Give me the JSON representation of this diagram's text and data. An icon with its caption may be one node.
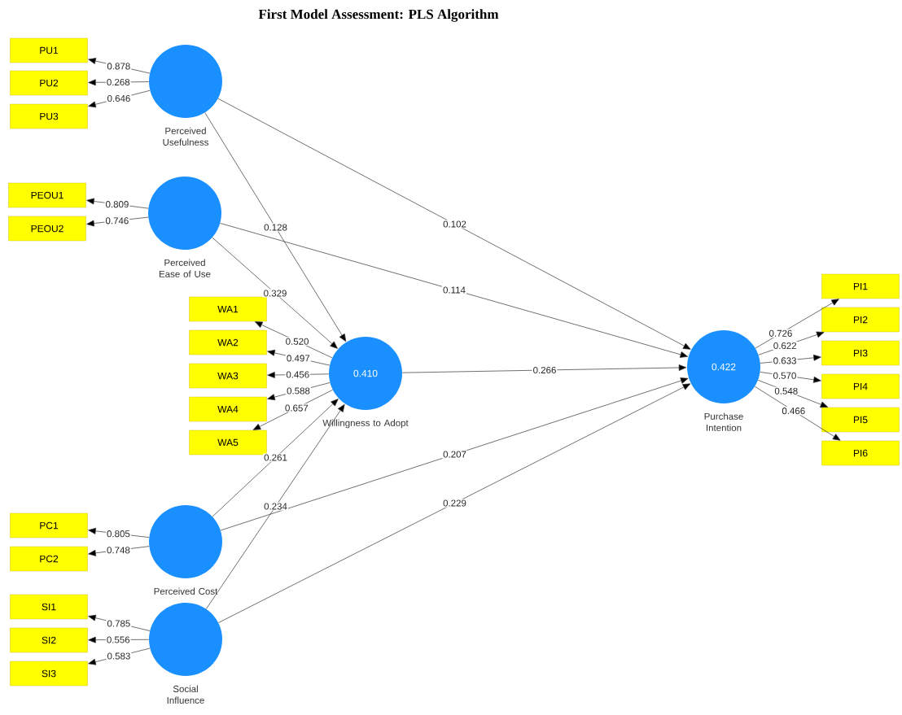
{
  "diagram": {
    "title": "First Model Assessment: PLS Algorithm",
    "nodes": [
      {
        "text": [
          "Perceived Usefulness"
        ]
      },
      {
        "text": [
          "PU1"
        ]
      },
      {
        "text": [
          "PU2"
        ]
      },
      {
        "text": [
          "PU3"
        ]
      },
      {
        "text": [
          "Perceived Ease of Use"
        ]
      },
      {
        "text": [
          "PEOU1"
        ]
      },
      {
        "text": [
          "PEOU2"
        ]
      },
      {
        "text": [
          "0.410",
          "Willingness to Adopt"
        ]
      },
      {
        "text": [
          "WA1"
        ]
      },
      {
        "text": [
          "WA2"
        ]
      },
      {
        "text": [
          "WA3"
        ]
      },
      {
        "text": [
          "WA4"
        ]
      },
      {
        "text": [
          "WA5"
        ]
      },
      {
        "text": [
          "0.422",
          "Purchase Intention"
        ]
      },
      {
        "text": [
          "PI1"
        ]
      },
      {
        "text": [
          "PI2"
        ]
      },
      {
        "text": [
          "PI3"
        ]
      },
      {
        "text": [
          "PI4"
        ]
      },
      {
        "text": [
          "PI5"
        ]
      },
      {
        "text": [
          "PI6"
        ]
      },
      {
        "text": [
          "Perceived Cost"
        ]
      },
      {
        "text": [
          "PC1"
        ]
      },
      {
        "text": [
          "PC2"
        ]
      },
      {
        "text": [
          "Social Influence"
        ]
      },
      {
        "text": [
          "SI1"
        ]
      },
      {
        "text": [
          "SI2"
        ]
      },
      {
        "text": [
          "SI3"
        ]
      }
    ],
    "edges": [
      {
        "from": 0,
        "to": 1,
        "arrow": "to",
        "label": "0.878"
      },
      {
        "from": 0,
        "to": 2,
        "arrow": "to",
        "label": "0.268"
      },
      {
        "from": 0,
        "to": 3,
        "arrow": "to",
        "label": "0.646"
      },
      {
        "from": 4,
        "to": 5,
        "arrow": "to",
        "label": "0.809"
      },
      {
        "from": 4,
        "to": 6,
        "arrow": "to",
        "label": "0.746"
      },
      {
        "from": 7,
        "to": 8,
        "arrow": "to",
        "label": "0.520"
      },
      {
        "from": 7,
        "to": 9,
        "arrow": "to",
        "label": "0.497"
      },
      {
        "from": 7,
        "to": 10,
        "arrow": "to",
        "label": "0.456"
      },
      {
        "from": 7,
        "to": 11,
        "arrow": "to",
        "label": "0.588"
      },
      {
        "from": 7,
        "to": 12,
        "arrow": "to",
        "label": "0.657"
      },
      {
        "from": 13,
        "to": 14,
        "arrow": "to",
        "label": "0.726"
      },
      {
        "from": 13,
        "to": 15,
        "arrow": "to",
        "label": "0.622"
      },
      {
        "from": 13,
        "to": 16,
        "arrow": "to",
        "label": "0.633"
      },
      {
        "from": 13,
        "to": 17,
        "arrow": "to",
        "label": "0.570"
      },
      {
        "from": 13,
        "to": 18,
        "arrow": "to",
        "label": "0.548"
      },
      {
        "from": 13,
        "to": 19,
        "arrow": "to",
        "label": "0.466"
      },
      {
        "from": 20,
        "to": 21,
        "arrow": "to",
        "label": "0.805"
      },
      {
        "from": 20,
        "to": 22,
        "arrow": "to",
        "label": "0.748"
      },
      {
        "from": 23,
        "to": 24,
        "arrow": "to",
        "label": "0.785"
      },
      {
        "from": 23,
        "to": 25,
        "arrow": "to",
        "label": "0.556"
      },
      {
        "from": 23,
        "to": 26,
        "arrow": "to",
        "label": "0.583"
      },
      {
        "from": 0,
        "to": 7,
        "arrow": "to",
        "label": "0.128"
      },
      {
        "from": 0,
        "to": 13,
        "arrow": "to",
        "label": "0.102"
      },
      {
        "from": 4,
        "to": 7,
        "arrow": "to",
        "label": "0.329"
      },
      {
        "from": 4,
        "to": 13,
        "arrow": "to",
        "label": "0.114"
      },
      {
        "from": 7,
        "to": 13,
        "arrow": "to",
        "label": "0.266"
      },
      {
        "from": 20,
        "to": 7,
        "arrow": "to",
        "label": "0.261"
      },
      {
        "from": 20,
        "to": 13,
        "arrow": "to",
        "label": "0.207"
      },
      {
        "from": 23,
        "to": 7,
        "arrow": "to",
        "label": "0.234"
      },
      {
        "from": 23,
        "to": 13,
        "arrow": "to",
        "label": "0.229"
      }
    ]
  }
}
